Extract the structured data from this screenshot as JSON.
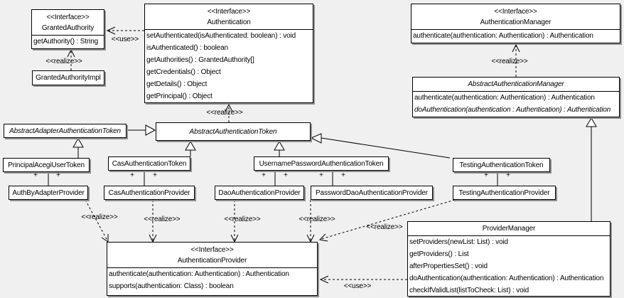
{
  "labels": {
    "use": "<<use>>",
    "realize": "<<realize>>",
    "plus": "+"
  },
  "colors": {
    "background": "#f0f0f0",
    "box_fill": "#ffffff",
    "border": "#000000",
    "shadow": "#8f8f8f"
  },
  "classes": {
    "granted_authority": {
      "stereotype": "<<Interface>>",
      "name": "GrantedAuthority",
      "methods": [
        "getAuthority() : String"
      ]
    },
    "granted_authority_impl": {
      "name": "GrantedAuthorityImpl"
    },
    "authentication": {
      "stereotype": "<<Interface>>",
      "name": "Authentication",
      "methods": [
        "setAuthenticated(isAuthenticated: boolean) : void",
        "isAuthenticated() : boolean",
        "getAuthorities() : GrantedAuthority[]",
        "getCredentials() : Object",
        "getDetails() : Object",
        "getPrincipal() : Object"
      ]
    },
    "authentication_manager": {
      "stereotype": "<<Interface>>",
      "name": "AuthenticationManager",
      "methods": [
        "authenticate(authentication: Authentication) : Authentication"
      ]
    },
    "abstract_authentication_manager": {
      "name": "AbstractAuthenticationManager",
      "methods": [
        "authenticate(authentication: Authentication) : Authentication",
        "doAuthentication(authentication : Authentication) : Authentication"
      ]
    },
    "abstract_adapter_authentication_token": {
      "name": "AbstractAdapterAuthenticationToken"
    },
    "abstract_authentication_token": {
      "name": "AbstractAuthenticationToken"
    },
    "principal_acegi_user_token": {
      "name": "PrincipalAcegiUserToken"
    },
    "cas_authentication_token": {
      "name": "CasAuthenticationToken"
    },
    "username_password_authentication_token": {
      "name": "UsernamePasswordAuthenticationToken"
    },
    "testing_authentication_token": {
      "name": "TestingAuthenticationToken"
    },
    "auth_by_adapter_provider": {
      "name": "AuthByAdapterProvider"
    },
    "cas_authentication_provider": {
      "name": "CasAuthenticationProvider"
    },
    "dao_authentication_provider": {
      "name": "DaoAuthenticationProvider"
    },
    "password_dao_authentication_provider": {
      "name": "PasswordDaoAuthenticationProvider"
    },
    "testing_authentication_provider": {
      "name": "TestingAuthenticationProvider"
    },
    "authentication_provider": {
      "stereotype": "<<Interface>>",
      "name": "AuthenticationProvider",
      "methods": [
        "authenticate(authentication: Authentication) : Authentication",
        "supports(authentication: Class) : boolean"
      ]
    },
    "provider_manager": {
      "name": "ProviderManager",
      "methods": [
        "setProviders(newList: List) : void",
        "getProviders() : List",
        "afterPropertiesSet() : void",
        "doAuthentication(authentication: Authentication) : Authentication",
        "checkIfValidList(listToCheck: List) : void"
      ]
    }
  }
}
